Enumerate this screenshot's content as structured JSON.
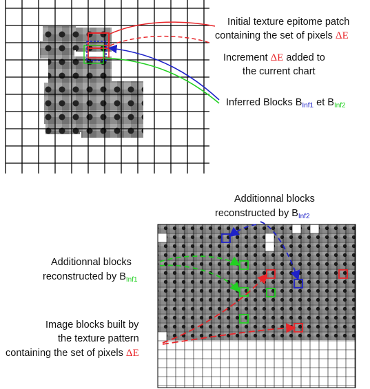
{
  "top_panel": {
    "label_initial_line1": "Initial texture epitome patch",
    "label_initial_line2_pre": "containing the set of pixels ",
    "label_increment_pre": "Increment ",
    "label_increment_post": " added to",
    "label_increment_line2": "the current chart",
    "label_inferred_pre": "Inferred Blocks B",
    "label_inferred_sub1": "Inf1",
    "label_inferred_mid": " et B",
    "label_inferred_sub2": "Inf2"
  },
  "bottom_panel": {
    "label_additional_top_line1": "Additionnal blocks",
    "label_additional_top_line2_pre": "reconstructed by B",
    "label_additional_top_sub": "Inf2",
    "label_additional_left_line1": "Additionnal blocks",
    "label_additional_left_line2_pre": "reconstructed by B",
    "label_additional_left_sub": "Inf1",
    "label_image_line1": "Image blocks built by",
    "label_image_line2": "the texture pattern",
    "label_image_line3_pre": "containing the set of pixels "
  },
  "symbols": {
    "delta_e": "ΔE"
  },
  "colors": {
    "red": "#e8262a",
    "blue": "#1e22c8",
    "green": "#22d022",
    "grid": "#000000"
  }
}
